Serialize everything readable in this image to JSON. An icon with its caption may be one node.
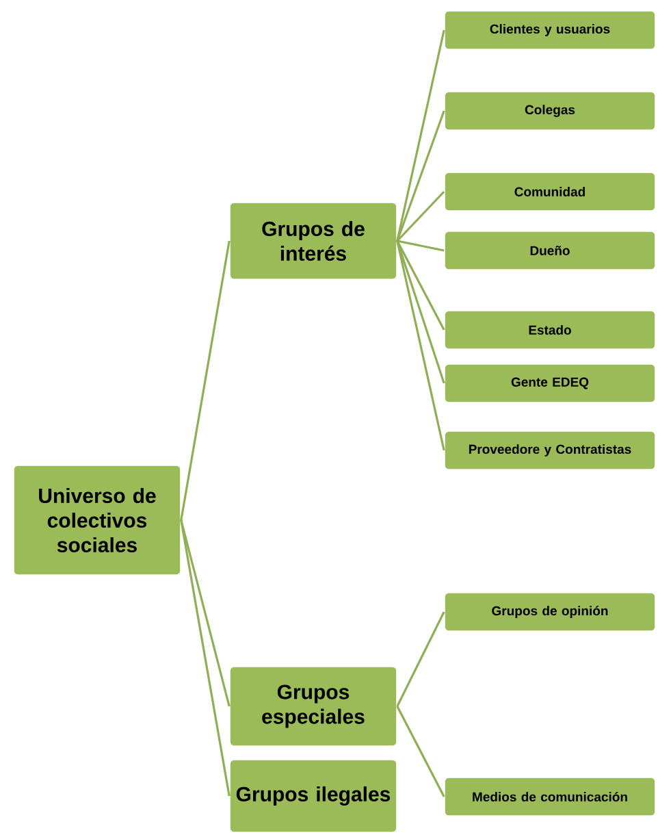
{
  "diagram": {
    "nodes": [
      {
        "text": [
          "Universo de colectivos sociales"
        ]
      },
      {
        "text": [
          "Grupos de interés"
        ]
      },
      {
        "text": [
          "Grupos especiales"
        ]
      },
      {
        "text": [
          "Grupos ilegales"
        ]
      },
      {
        "text": [
          "Clientes y usuarios"
        ]
      },
      {
        "text": [
          "Colegas"
        ]
      },
      {
        "text": [
          "Comunidad"
        ]
      },
      {
        "text": [
          "Dueño"
        ]
      },
      {
        "text": [
          "Estado"
        ]
      },
      {
        "text": [
          "Gente EDEQ"
        ]
      },
      {
        "text": [
          "Proveedore y Contratistas"
        ]
      },
      {
        "text": [
          "Grupos de opinión"
        ]
      },
      {
        "text": [
          "Medios de comunicación"
        ]
      }
    ],
    "edges": [
      {
        "from": 0,
        "to": 1,
        "arrow": "none"
      },
      {
        "from": 0,
        "to": 2,
        "arrow": "none"
      },
      {
        "from": 0,
        "to": 3,
        "arrow": "none"
      },
      {
        "from": 1,
        "to": 4,
        "arrow": "none"
      },
      {
        "from": 1,
        "to": 5,
        "arrow": "none"
      },
      {
        "from": 1,
        "to": 6,
        "arrow": "none"
      },
      {
        "from": 1,
        "to": 7,
        "arrow": "none"
      },
      {
        "from": 1,
        "to": 8,
        "arrow": "none"
      },
      {
        "from": 1,
        "to": 9,
        "arrow": "none"
      },
      {
        "from": 1,
        "to": 10,
        "arrow": "none"
      },
      {
        "from": 2,
        "to": 11,
        "arrow": "none"
      },
      {
        "from": 2,
        "to": 12,
        "arrow": "none"
      }
    ]
  }
}
